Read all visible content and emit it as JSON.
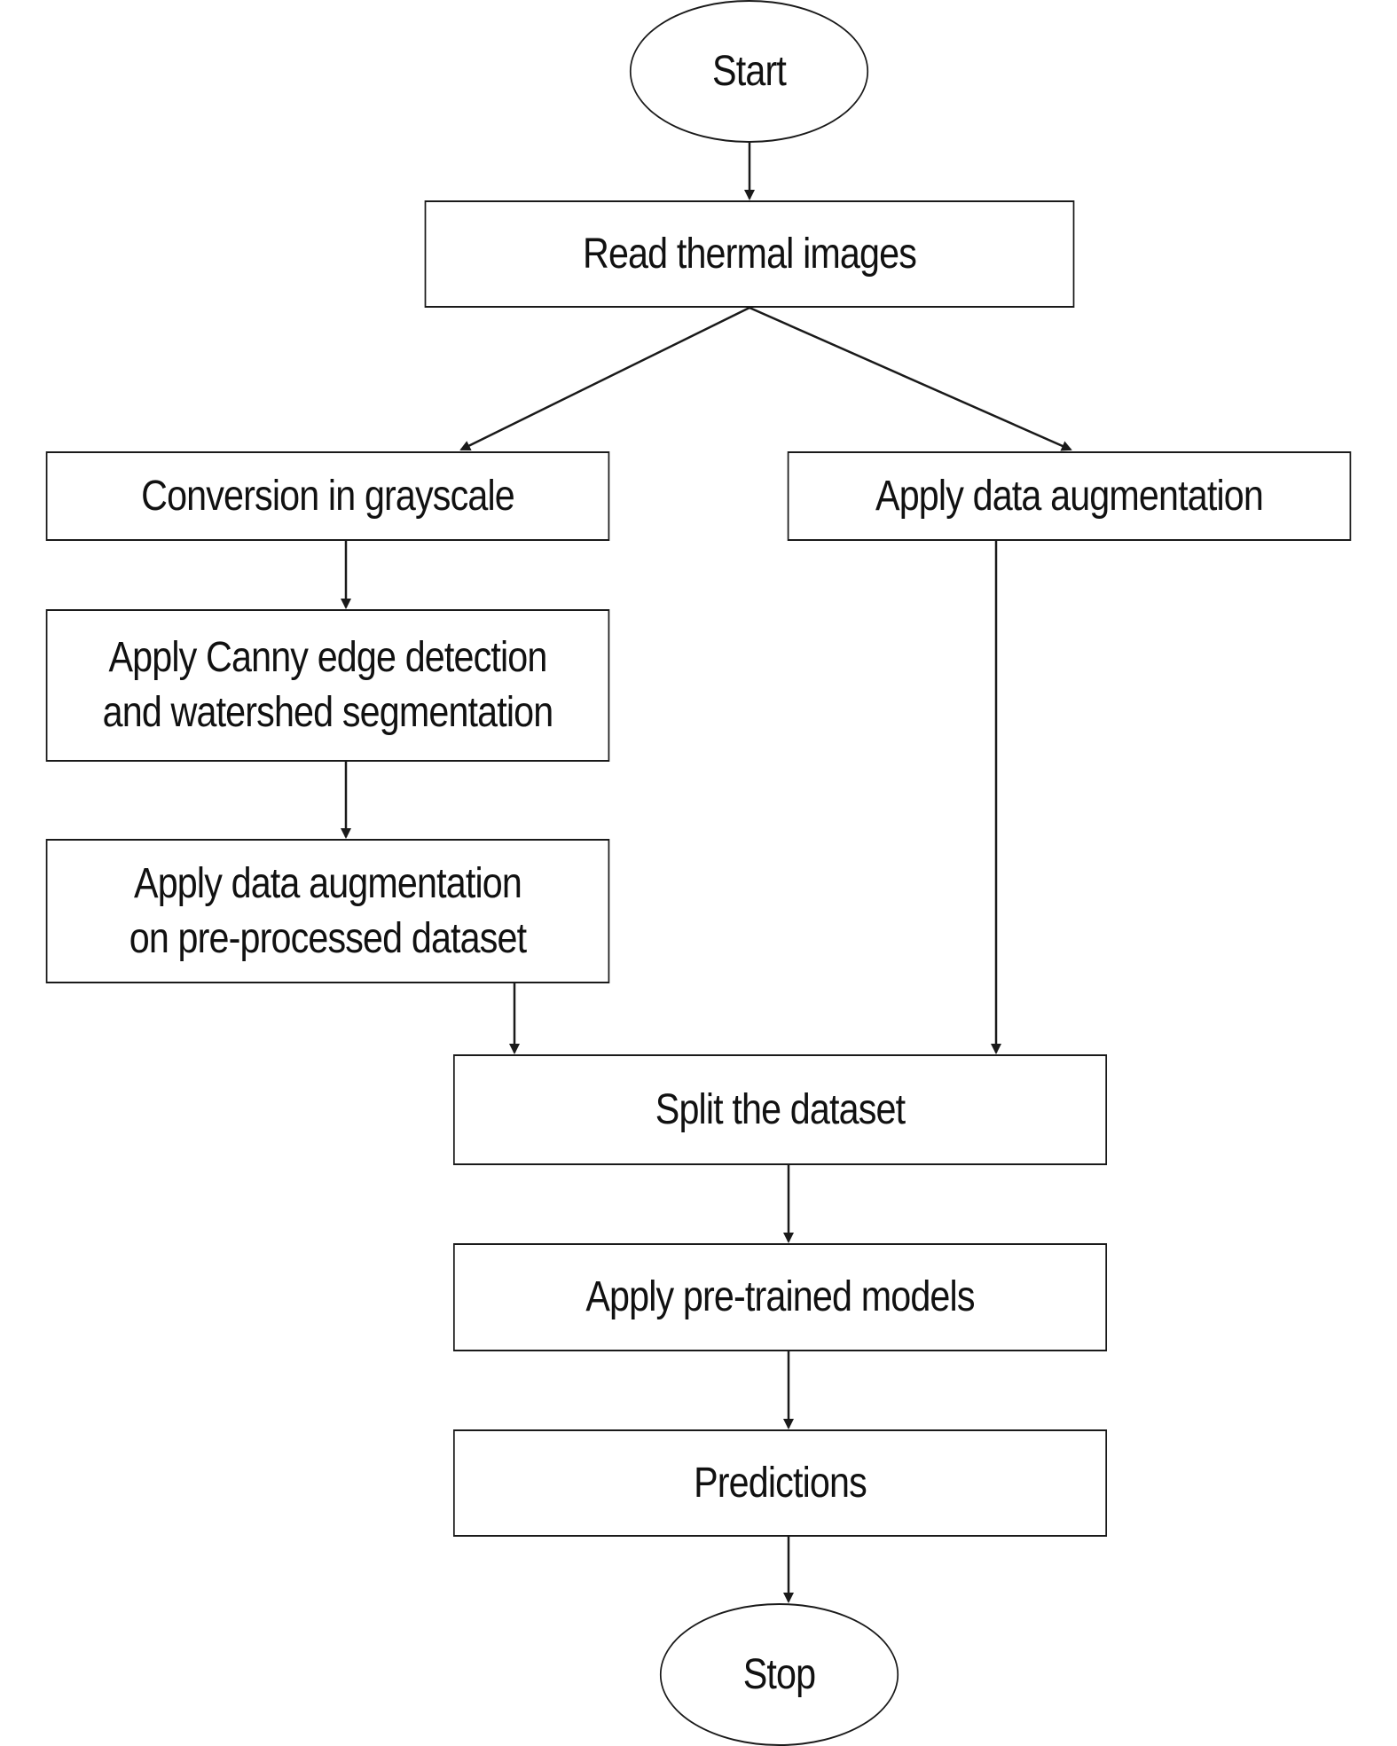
{
  "flowchart": {
    "start": "Start",
    "read": "Read thermal images",
    "grayscale": "Conversion in grayscale",
    "augment_right": "Apply data augmentation",
    "canny": "Apply Canny edge detection\nand watershed segmentation",
    "augment_left": "Apply data augmentation\non pre-processed dataset",
    "split": "Split the dataset",
    "models": "Apply pre-trained models",
    "predictions": "Predictions",
    "stop": "Stop"
  },
  "colors": {
    "stroke": "#1a1a1a",
    "fill": "#ffffff"
  }
}
